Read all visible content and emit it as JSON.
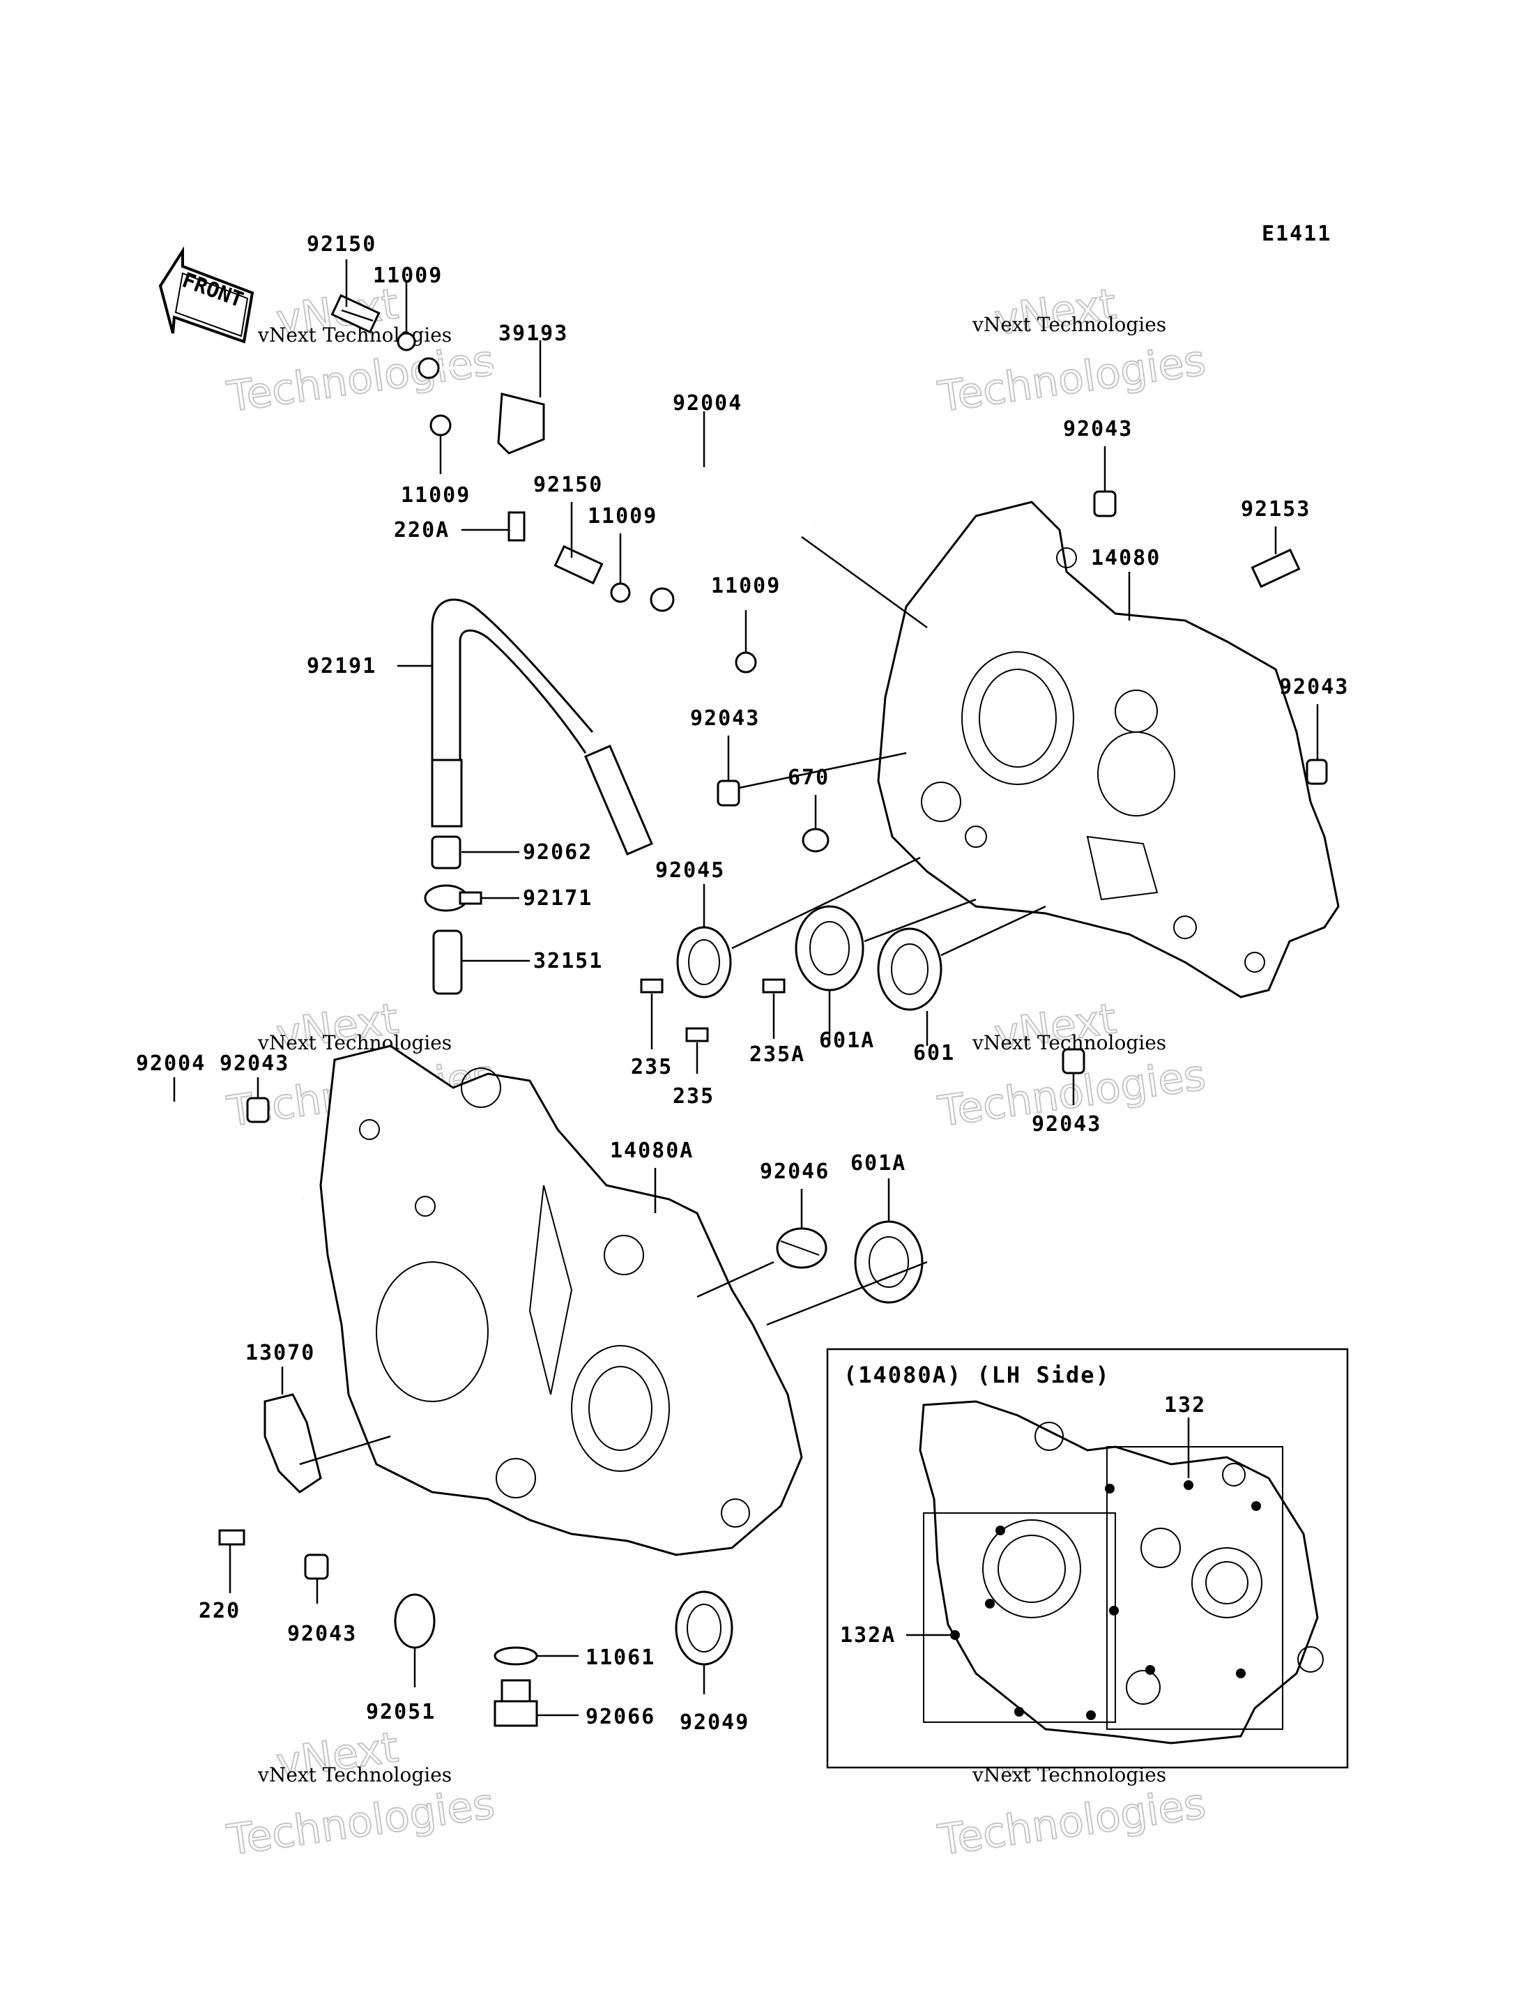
{
  "diagram_code": "E1411",
  "front_label": "FRONT",
  "watermark_line1": "vNext Technologies",
  "watermark_line2": "Technologies",
  "watermark_line3": "vNext",
  "inset_title": "(14080A) (LH Side)",
  "labels": {
    "l92150a": "92150",
    "l11009a": "11009",
    "l39193": "39193",
    "l11009b": "11009",
    "l220A": "220A",
    "l92150b": "92150",
    "l11009c": "11009",
    "l92004a": "92004",
    "l11009d": "11009",
    "l92191": "92191",
    "l92043a": "92043",
    "l92153": "92153",
    "l14080": "14080",
    "l92043b": "92043",
    "l92043c": "92043",
    "l670": "670",
    "l92062": "92062",
    "l92171": "92171",
    "l92045": "92045",
    "l32151": "32151",
    "l235a": "235",
    "l235b": "235",
    "l235A": "235A",
    "l601A_a": "601A",
    "l601": "601",
    "l92043d": "92043",
    "l92004b": "92004",
    "l92043e": "92043",
    "l14080A": "14080A",
    "l92046": "92046",
    "l601A_b": "601A",
    "l13070": "13070",
    "l220": "220",
    "l92043f": "92043",
    "l92051": "92051",
    "l11061": "11061",
    "l92066": "92066",
    "l92049": "92049",
    "l132": "132",
    "l132A": "132A"
  }
}
